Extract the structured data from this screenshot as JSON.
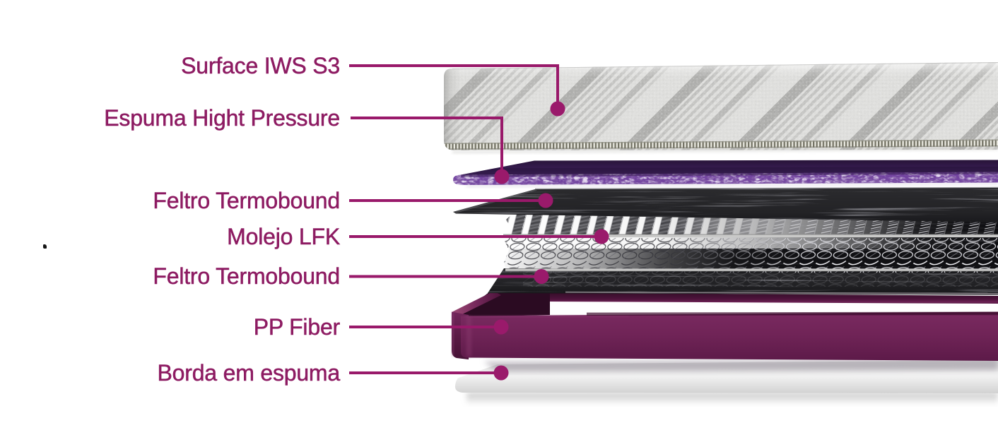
{
  "diagram": {
    "type": "exploded-mattress-layers",
    "labels": [
      {
        "text": "Surface IWS S3"
      },
      {
        "text": "Espuma Hight Pressure"
      },
      {
        "text": "Feltro Termobound"
      },
      {
        "text": "Molejo LFK"
      },
      {
        "text": "Feltro Termobound"
      },
      {
        "text": "PP Fiber"
      },
      {
        "text": "Borda em espuma"
      }
    ],
    "colors": {
      "background": "#FFFFFF",
      "label_text": "#8D1B62",
      "leader_line": "#99196A",
      "leader_dot": "#9A1A6B",
      "fabric_base": "#E3E3E1",
      "fabric_stripe": "#B4B4B2",
      "foam_speckle": "#7445A0",
      "foam_top": "#301B44",
      "felt": "#222224",
      "spring_wire": "#C9C9C8",
      "pp_fiber_frame": "#6E2255",
      "foam_base": "#E6E6E6"
    }
  }
}
